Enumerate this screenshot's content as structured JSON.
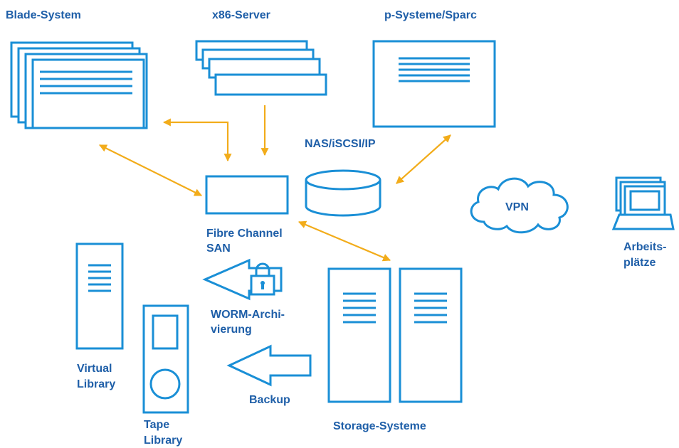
{
  "labels": {
    "blade_system": "Blade-System",
    "x86_server": "x86-Server",
    "p_systeme": "p-Systeme/Sparc",
    "nas": "NAS/iSCSI/IP",
    "vpn": "VPN",
    "arbeits_1": "Arbeits-",
    "arbeits_2": "plätze",
    "fc_1": "Fibre Channel",
    "fc_2": "SAN",
    "worm_1": "WORM-Archi-",
    "worm_2": "vierung",
    "virtual_1": "Virtual",
    "virtual_2": "Library",
    "tape_1": "Tape",
    "tape_2": "Library",
    "backup": "Backup",
    "storage": "Storage-Systeme"
  },
  "colors": {
    "line_blue": "#1a8fd6",
    "label_blue": "#1f5fa8",
    "connector_orange": "#f2ac1a"
  },
  "icons": [
    "blade-system-icon",
    "x86-server-icon",
    "p-system-icon",
    "nas-cylinder-icon",
    "fibre-channel-switch-icon",
    "vpn-cloud-icon",
    "workstation-icon",
    "virtual-library-icon",
    "tape-library-icon",
    "worm-arrow-icon",
    "lock-icon",
    "backup-arrow-icon",
    "storage-system-icon"
  ]
}
